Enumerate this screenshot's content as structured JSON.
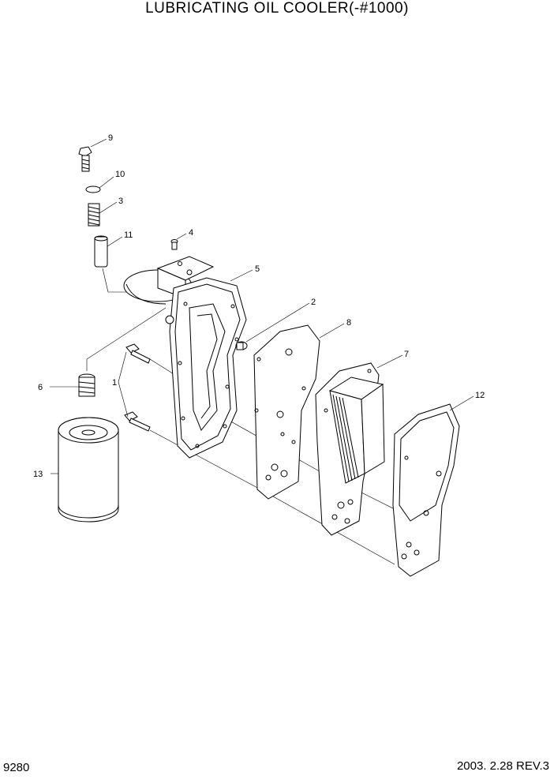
{
  "title": "LUBRICATING OIL COOLER(-#1000)",
  "page_number": "9280",
  "revision": "2003. 2.28  REV.3",
  "callouts": {
    "c1": "1",
    "c2": "2",
    "c3": "3",
    "c4": "4",
    "c5": "5",
    "c6": "6",
    "c7": "7",
    "c8": "8",
    "c9": "9",
    "c10": "10",
    "c11": "11",
    "c12": "12",
    "c13": "13"
  }
}
